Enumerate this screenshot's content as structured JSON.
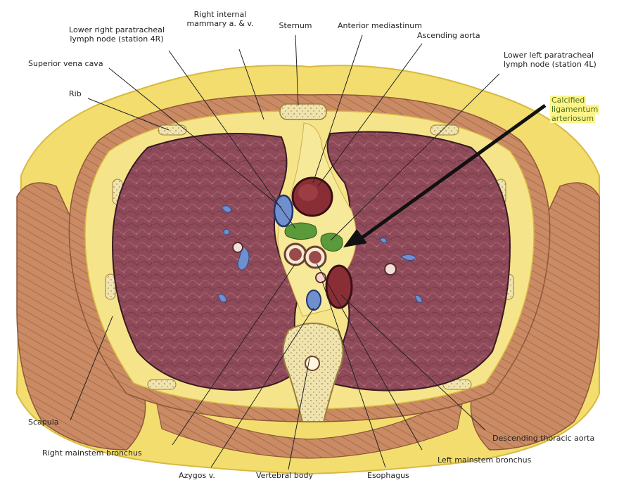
{
  "labels": {
    "right_internal_mammary": [
      "Right internal",
      "mammary a. & v."
    ],
    "sternum": "Sternum",
    "anterior_mediastinum": "Anterior mediastinum",
    "lower_right_paratracheal": [
      "Lower right paratracheal",
      "lymph node (station 4R)"
    ],
    "ascending_aorta": "Ascending aorta",
    "superior_vena_cava": "Superior vena cava",
    "lower_left_paratracheal": [
      "Lower left paratracheal",
      "lymph node (station 4L)"
    ],
    "rib": "Rib",
    "calcified_ligamentum": [
      "Calcified",
      "ligamentum",
      "arteriosum"
    ],
    "scapula": "Scapula",
    "descending_thoracic_aorta": "Descending thoracic aorta",
    "right_mainstem_bronchus": "Right mainstem bronchus",
    "left_mainstem_bronchus": "Left mainstem bronchus",
    "azygos": "Azygos v.",
    "vertebral_body": "Vertebral body",
    "esophagus": "Esophagus"
  },
  "colors": {
    "fat": "#f2dd6e",
    "fat_dark": "#d9b93f",
    "muscle": "#c98a64",
    "muscle_dark": "#8f5738",
    "lung": "#8e4a58",
    "lung_light": "#b06a78",
    "artery": "#8a2e35",
    "vein": "#6f8fcf",
    "node": "#5b9a3a",
    "bone": "#efe4b0",
    "highlight": "#fff48a",
    "leader": "#222222"
  }
}
